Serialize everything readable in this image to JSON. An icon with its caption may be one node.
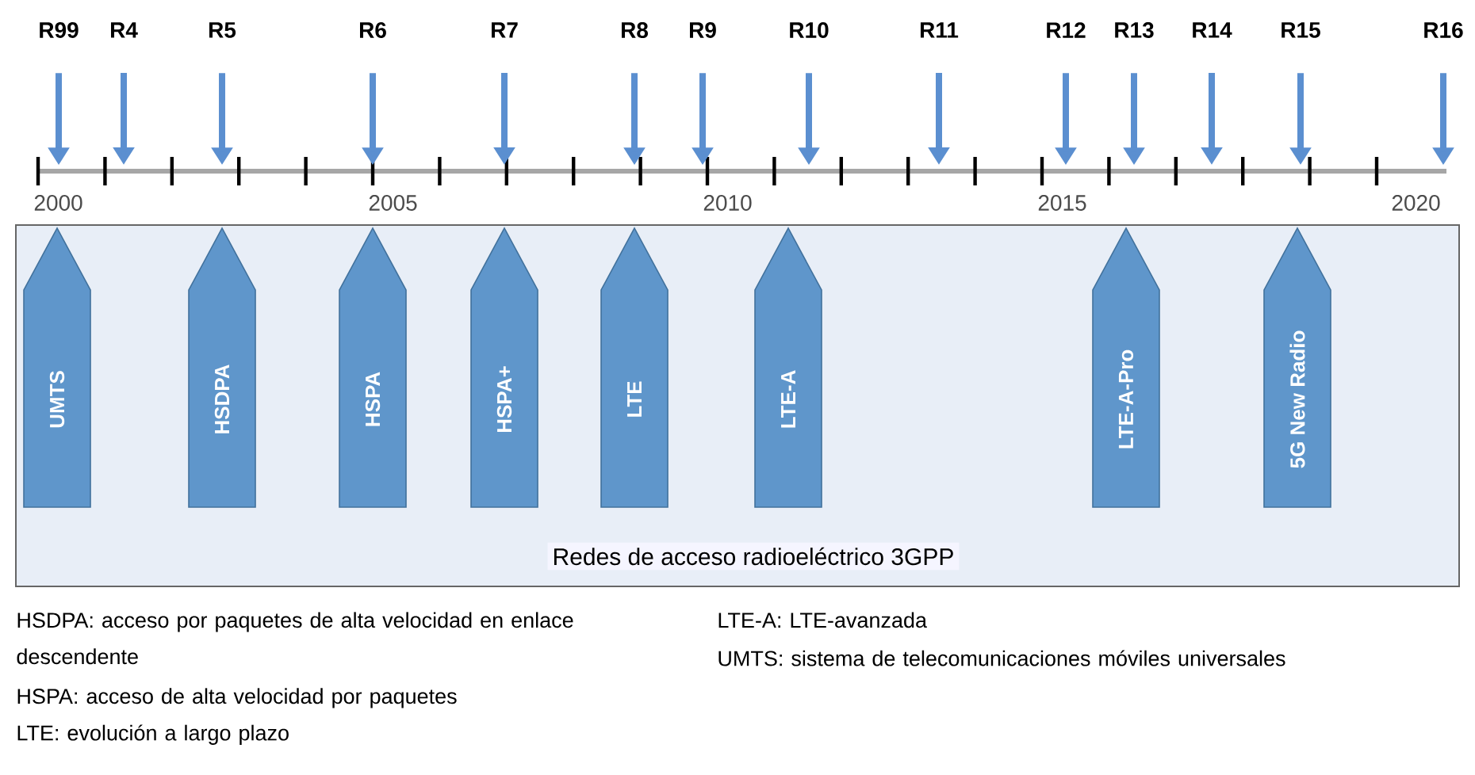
{
  "diagram": {
    "nodes": [
      {
        "text": [
          "R99"
        ]
      },
      {
        "text": [
          "R4"
        ]
      },
      {
        "text": [
          "R5"
        ]
      },
      {
        "text": [
          "R6"
        ]
      },
      {
        "text": [
          "R7"
        ]
      },
      {
        "text": [
          "R8"
        ]
      },
      {
        "text": [
          "R9"
        ]
      },
      {
        "text": [
          "R10"
        ]
      },
      {
        "text": [
          "R11"
        ]
      },
      {
        "text": [
          "R12"
        ]
      },
      {
        "text": [
          "R13"
        ]
      },
      {
        "text": [
          "R14"
        ]
      },
      {
        "text": [
          "R15"
        ]
      },
      {
        "text": [
          "R16"
        ]
      },
      {
        "text": [
          "Redes de acceso radioeléctrico 3GPP"
        ]
      },
      {
        "text": [
          "UMTS"
        ],
        "in": 14
      },
      {
        "text": [
          "HSDPA"
        ],
        "in": 14
      },
      {
        "text": [
          "HSPA"
        ],
        "in": 14
      },
      {
        "text": [
          "HSPA+"
        ],
        "in": 14
      },
      {
        "text": [
          "LTE"
        ],
        "in": 14
      },
      {
        "text": [
          "LTE-A"
        ],
        "in": 14
      },
      {
        "text": [
          "LTE-A-Pro"
        ],
        "in": 14
      },
      {
        "text": [
          "5G New Radio"
        ],
        "in": 14
      }
    ],
    "edges": [
      {
        "from": 0,
        "to": null,
        "arrow": "to"
      },
      {
        "from": 1,
        "to": null,
        "arrow": "to"
      },
      {
        "from": 2,
        "to": null,
        "arrow": "to"
      },
      {
        "from": 3,
        "to": null,
        "arrow": "to"
      },
      {
        "from": 4,
        "to": null,
        "arrow": "to"
      },
      {
        "from": 5,
        "to": null,
        "arrow": "to"
      },
      {
        "from": 6,
        "to": null,
        "arrow": "to"
      },
      {
        "from": 7,
        "to": null,
        "arrow": "to"
      },
      {
        "from": 8,
        "to": null,
        "arrow": "to"
      },
      {
        "from": 9,
        "to": null,
        "arrow": "to"
      },
      {
        "from": 10,
        "to": null,
        "arrow": "to"
      },
      {
        "from": 11,
        "to": null,
        "arrow": "to"
      },
      {
        "from": 12,
        "to": null,
        "arrow": "to"
      },
      {
        "from": 13,
        "to": null,
        "arrow": "to"
      }
    ],
    "labels": [
      "2000",
      "2005",
      "2010",
      "2015",
      "2020",
      "HSDPA: acceso por paquetes de alta velocidad en enlace descendente",
      "HSPA: acceso de alta velocidad por paquetes",
      "LTE: evolución a largo plazo",
      "LTE-A: LTE-avanzada",
      "UMTS: sistema de telecomunicaciones móviles universales"
    ]
  }
}
